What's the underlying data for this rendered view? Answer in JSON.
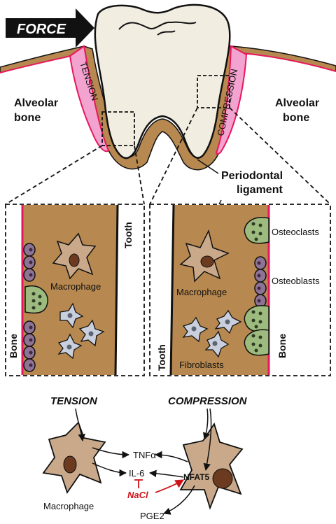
{
  "top": {
    "force": "FORCE",
    "tension": "TENSION",
    "compression": "COMPRESSION",
    "alveolar_left_1": "Alveolar",
    "alveolar_left_2": "bone",
    "alveolar_right_1": "Alveolar",
    "alveolar_right_2": "bone",
    "pdl_1": "Periodontal",
    "pdl_2": "ligament"
  },
  "left_panel": {
    "tooth": "Tooth",
    "bone": "Bone",
    "macrophage": "Macrophage"
  },
  "right_panel": {
    "tooth": "Tooth",
    "bone": "Bone",
    "macrophage": "Macrophage",
    "osteoclasts": "Osteoclasts",
    "osteoblasts": "Osteoblasts",
    "fibroblasts": "Fibroblasts"
  },
  "pathway": {
    "tension": "TENSION",
    "compression": "COMPRESSION",
    "tnf": "TNFα",
    "il6": "IL-6",
    "nacl": "NaCl",
    "nfat5": "NFAT5",
    "pge2": "PGE2",
    "macrophage": "Macrophage"
  },
  "colors": {
    "ligament": "#B7884F",
    "gingiva_pink": "#F2A3CF",
    "bone_line": "#E8175D",
    "tooth": "#F2EDE1",
    "macrophage": "#C9A98A",
    "nucleus": "#6B3A1F",
    "osteoclast": "#9DBB7E",
    "osteoblast": "#8E7394",
    "fibroblast": "#C9CFDD",
    "nacl": "#D0131B"
  }
}
